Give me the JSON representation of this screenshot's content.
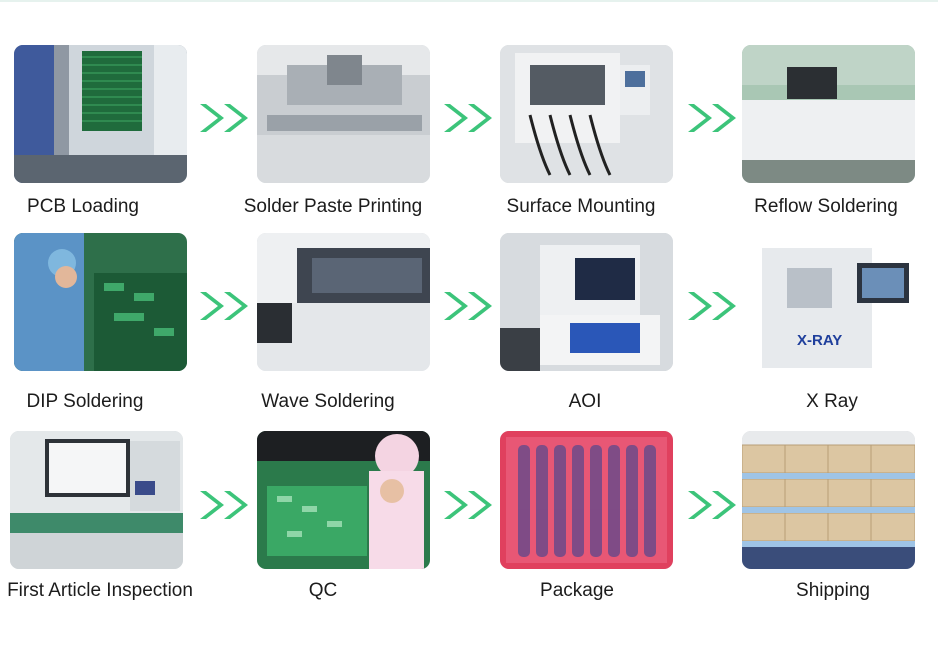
{
  "steps": [
    {
      "label": "PCB Loading",
      "image": "pcb-loading-machine-photo"
    },
    {
      "label": "Solder Paste Printing",
      "image": "solder-paste-printer-photo"
    },
    {
      "label": "Surface Mounting",
      "image": "smt-pick-and-place-photo"
    },
    {
      "label": "Reflow Soldering",
      "image": "reflow-oven-photo"
    },
    {
      "label": "DIP Soldering",
      "image": "dip-soldering-worker-photo"
    },
    {
      "label": "Wave Soldering",
      "image": "wave-soldering-machine-photo"
    },
    {
      "label": "AOI",
      "image": "aoi-inspection-machine-photo"
    },
    {
      "label": "X Ray",
      "image": "x-ray-machine-photo",
      "overlay_text": "X-RAY"
    },
    {
      "label": "First Article Inspection",
      "image": "first-article-tester-photo"
    },
    {
      "label": "QC",
      "image": "qc-inspection-photo"
    },
    {
      "label": "Package",
      "image": "antistatic-package-photo"
    },
    {
      "label": "Shipping",
      "image": "shipping-cartons-photo"
    }
  ],
  "arrow_icon": "double-chevron-right-icon",
  "colors": {
    "arrow": "#3cc47a",
    "text": "#1c1c1c",
    "background": "#ffffff"
  }
}
